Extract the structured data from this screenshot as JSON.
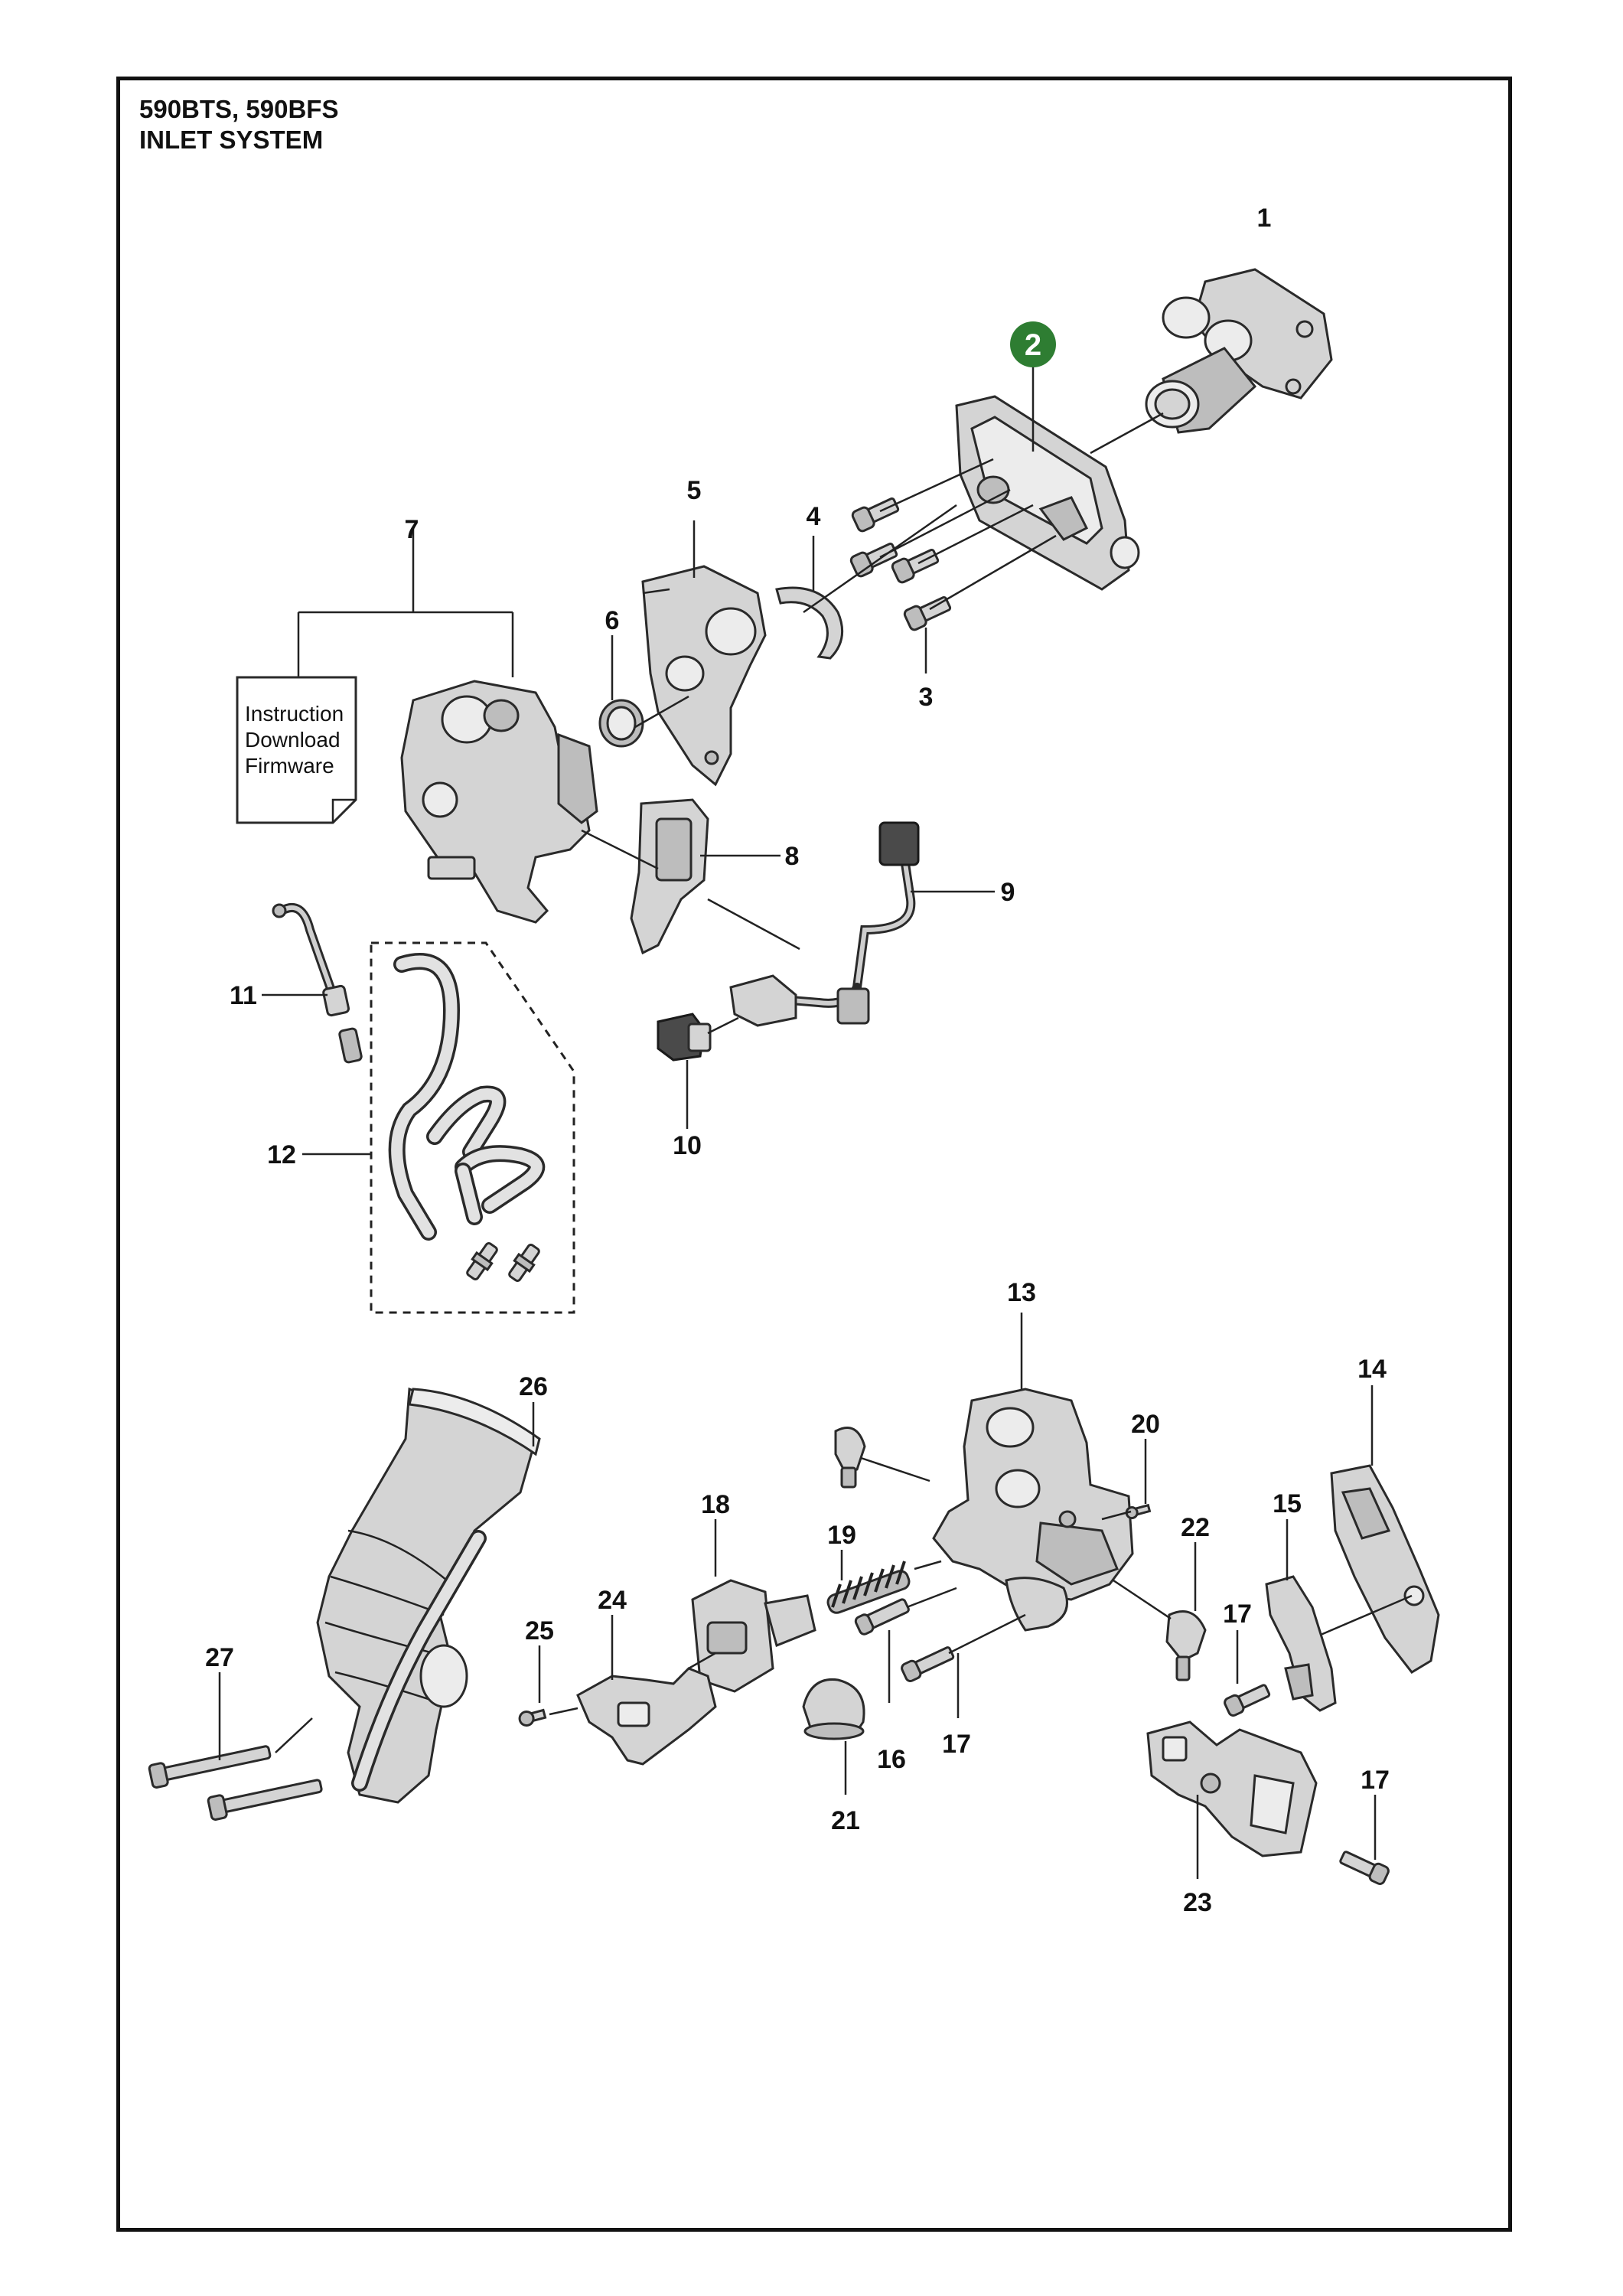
{
  "header": {
    "model_line": "590BTS, 590BFS",
    "section_title": "INLET SYSTEM"
  },
  "highlight_color": "#2e7d32",
  "note": {
    "line1": "Instruction",
    "line2": "Download",
    "line3": "Firmware"
  },
  "callouts": {
    "c1": "1",
    "c2": "2",
    "c3": "3",
    "c4": "4",
    "c5": "5",
    "c6": "6",
    "c7": "7",
    "c8": "8",
    "c9": "9",
    "c10": "10",
    "c11": "11",
    "c12": "12",
    "c13": "13",
    "c14": "14",
    "c15": "15",
    "c16": "16",
    "c17a": "17",
    "c17b": "17",
    "c17c": "17",
    "c18": "18",
    "c19": "19",
    "c20": "20",
    "c21": "21",
    "c22": "22",
    "c23": "23",
    "c24": "24",
    "c25": "25",
    "c26": "26",
    "c27": "27"
  }
}
